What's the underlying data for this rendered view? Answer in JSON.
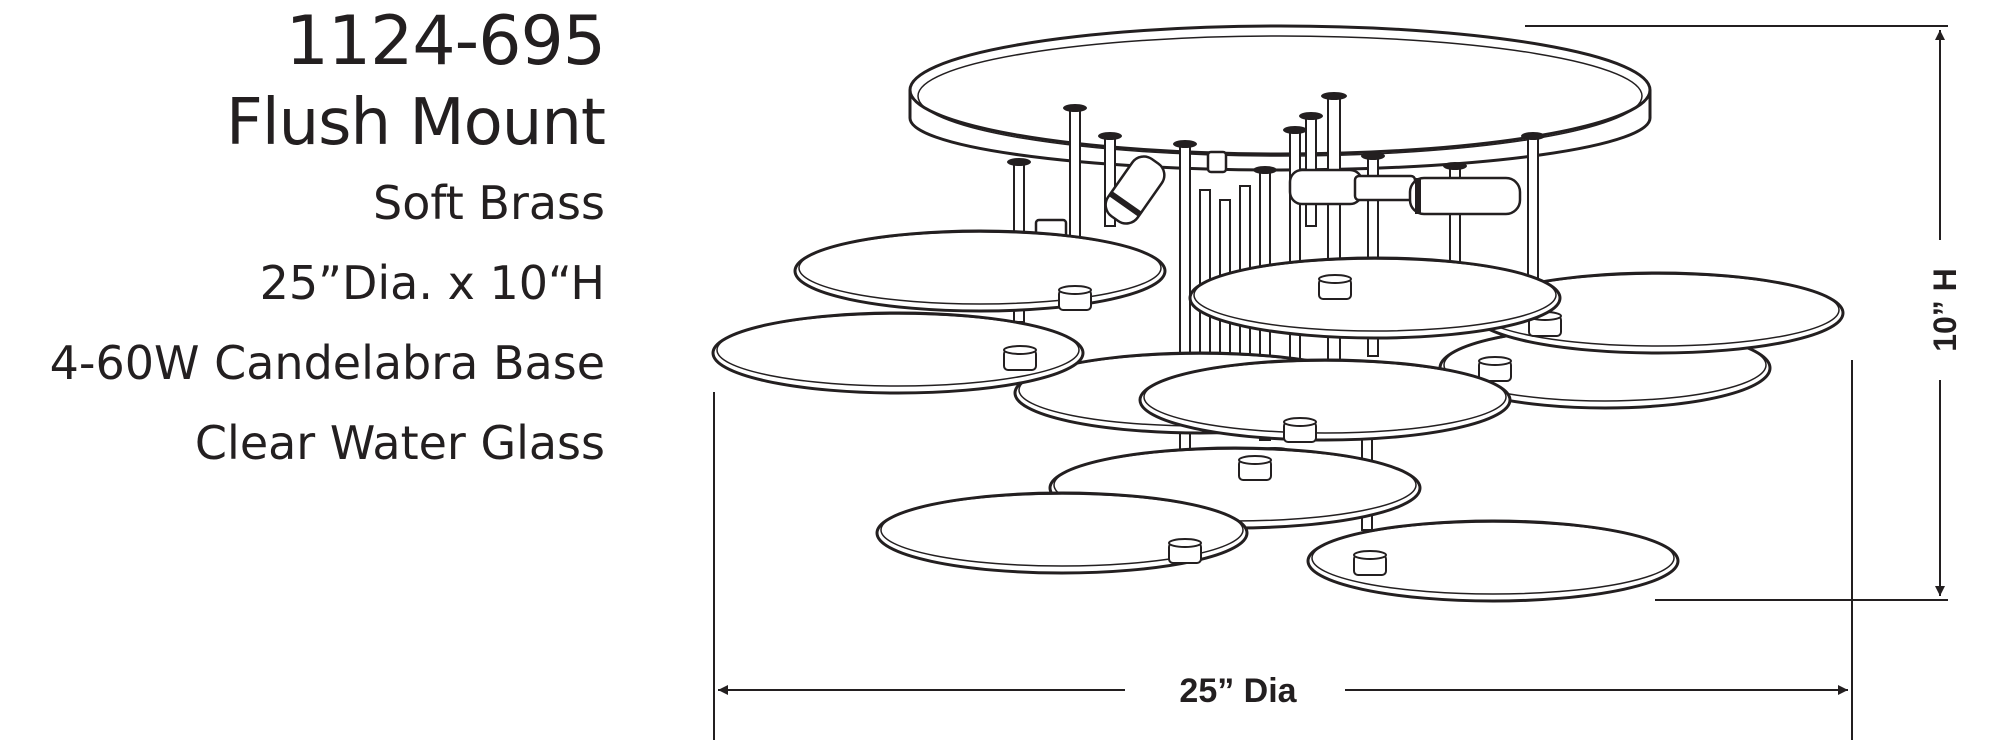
{
  "product": {
    "model": "1124-695",
    "title": "Flush Mount",
    "finish": "Soft Brass",
    "size": "25”Dia. x 10“H",
    "lamping": "4-60W Candelabra Base",
    "glass": "Clear Water Glass"
  },
  "dimensions": {
    "width_label": "25” Dia",
    "height_label": "10” H"
  },
  "colors": {
    "line": "#231f20",
    "fill": "#ffffff"
  }
}
